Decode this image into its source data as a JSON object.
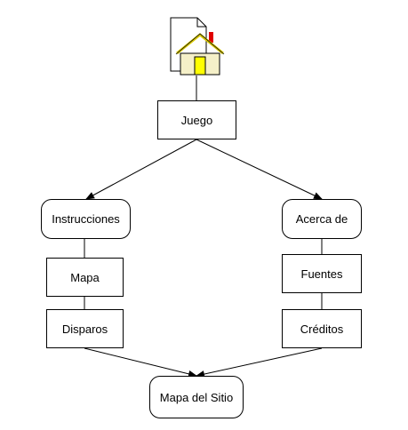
{
  "diagram": {
    "nodes": {
      "juego": "Juego",
      "instrucciones": "Instrucciones",
      "mapa": "Mapa",
      "disparos": "Disparos",
      "acerca_de": "Acerca de",
      "fuentes": "Fuentes",
      "creditos": "Créditos",
      "mapa_del_sitio": "Mapa del Sitio"
    },
    "edges": [
      {
        "from": "home",
        "to": "juego",
        "arrow": false
      },
      {
        "from": "juego",
        "to": "instrucciones",
        "arrow": true
      },
      {
        "from": "juego",
        "to": "acerca_de",
        "arrow": true
      },
      {
        "from": "instrucciones",
        "to": "mapa",
        "arrow": false
      },
      {
        "from": "mapa",
        "to": "disparos",
        "arrow": false
      },
      {
        "from": "acerca_de",
        "to": "fuentes",
        "arrow": false
      },
      {
        "from": "fuentes",
        "to": "creditos",
        "arrow": false
      },
      {
        "from": "disparos",
        "to": "mapa_del_sitio",
        "arrow": true
      },
      {
        "from": "creditos",
        "to": "mapa_del_sitio",
        "arrow": true
      }
    ],
    "icon": "home-page-icon",
    "colors": {
      "house_fill": "#f5f0c8",
      "roof_stroke": "#d8c800",
      "door": "#ffff00",
      "chimney": "#e00000",
      "line": "#000000"
    }
  }
}
